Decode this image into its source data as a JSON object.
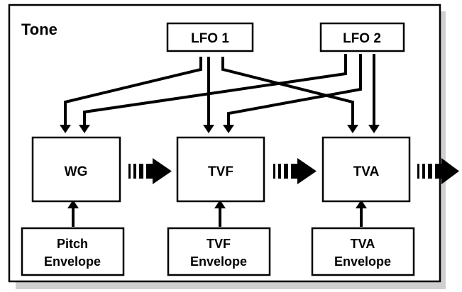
{
  "title": "Tone",
  "blocks": {
    "lfo1": "LFO 1",
    "lfo2": "LFO 2",
    "wg": "WG",
    "tvf": "TVF",
    "tva": "TVA",
    "pitch_env": [
      "Pitch",
      "Envelope"
    ],
    "tvf_env": [
      "TVF",
      "Envelope"
    ],
    "tva_env": [
      "TVA",
      "Envelope"
    ]
  },
  "colors": {
    "stroke": "#000000",
    "background": "#ffffff",
    "shadow": "#cfcfcf"
  }
}
